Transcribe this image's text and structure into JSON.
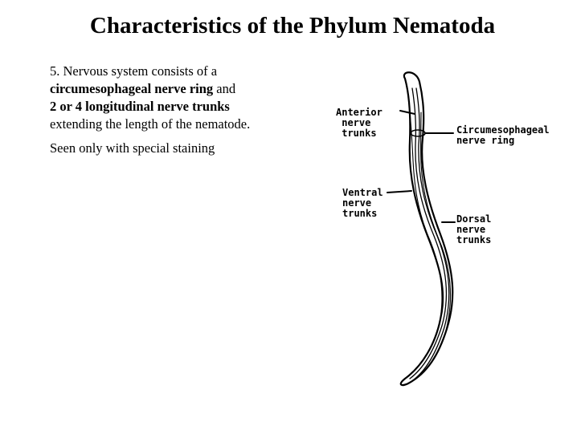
{
  "slide": {
    "title": "Characteristics of the Phylum Nematoda",
    "point": {
      "lead": "5.  Nervous system consists of a",
      "term1": "circumesophageal nerve ring",
      "join": " and",
      "term2": "2 or 4 longitudinal nerve trunks",
      "tail": "extending the length of  the nematode."
    },
    "note": "Seen only with special staining"
  },
  "figure": {
    "labels": {
      "anterior": "Anterior\n nerve\n trunks",
      "circum": "Circumesophageal\nnerve ring",
      "ventral": "Ventral\nnerve\ntrunks",
      "dorsal": "Dorsal\nnerve\ntrunks"
    }
  }
}
